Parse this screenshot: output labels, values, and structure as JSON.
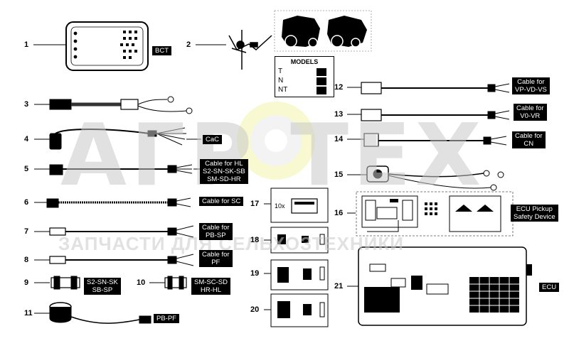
{
  "watermark": {
    "brand": "АГР   ТЕХ",
    "tagline": "ЗАПЧАСТИ ДЛЯ СЕЛЬХОЗТЕХНИКИ"
  },
  "models": {
    "title": "MODELS",
    "rows": [
      "T",
      "N",
      "NT"
    ]
  },
  "items": [
    {
      "number": "1",
      "label": "BCT"
    },
    {
      "number": "2",
      "label": ""
    },
    {
      "number": "3",
      "label": ""
    },
    {
      "number": "4",
      "label": "CaC"
    },
    {
      "number": "5",
      "label_lines": [
        "Cable for HL",
        "S2-SN-SK-SB",
        "SM-SD-HR"
      ]
    },
    {
      "number": "6",
      "label": "Cable for SC"
    },
    {
      "number": "7",
      "label_lines": [
        "Cable for",
        "PB-SP"
      ]
    },
    {
      "number": "8",
      "label_lines": [
        "Cable for",
        "PF"
      ]
    },
    {
      "number": "9",
      "label_lines": [
        "S2-SN-SK",
        "SB-SP"
      ]
    },
    {
      "number": "10",
      "label_lines": [
        "SM-SC-SD",
        "HR-HL"
      ]
    },
    {
      "number": "11",
      "label": "PB-PF"
    },
    {
      "number": "12",
      "label_lines": [
        "Cable for",
        "VP-VD-VS"
      ]
    },
    {
      "number": "13",
      "label_lines": [
        "Cable for",
        "V0-VR"
      ]
    },
    {
      "number": "14",
      "label_lines": [
        "Cable for",
        "CN"
      ]
    },
    {
      "number": "15",
      "label": ""
    },
    {
      "number": "16",
      "label_lines": [
        "ECU Pickup",
        "Safety Device"
      ]
    },
    {
      "number": "17",
      "label": "",
      "quantity": "10x"
    },
    {
      "number": "18",
      "label": ""
    },
    {
      "number": "19",
      "label": ""
    },
    {
      "number": "20",
      "label": ""
    },
    {
      "number": "21",
      "label": "ECU"
    }
  ]
}
